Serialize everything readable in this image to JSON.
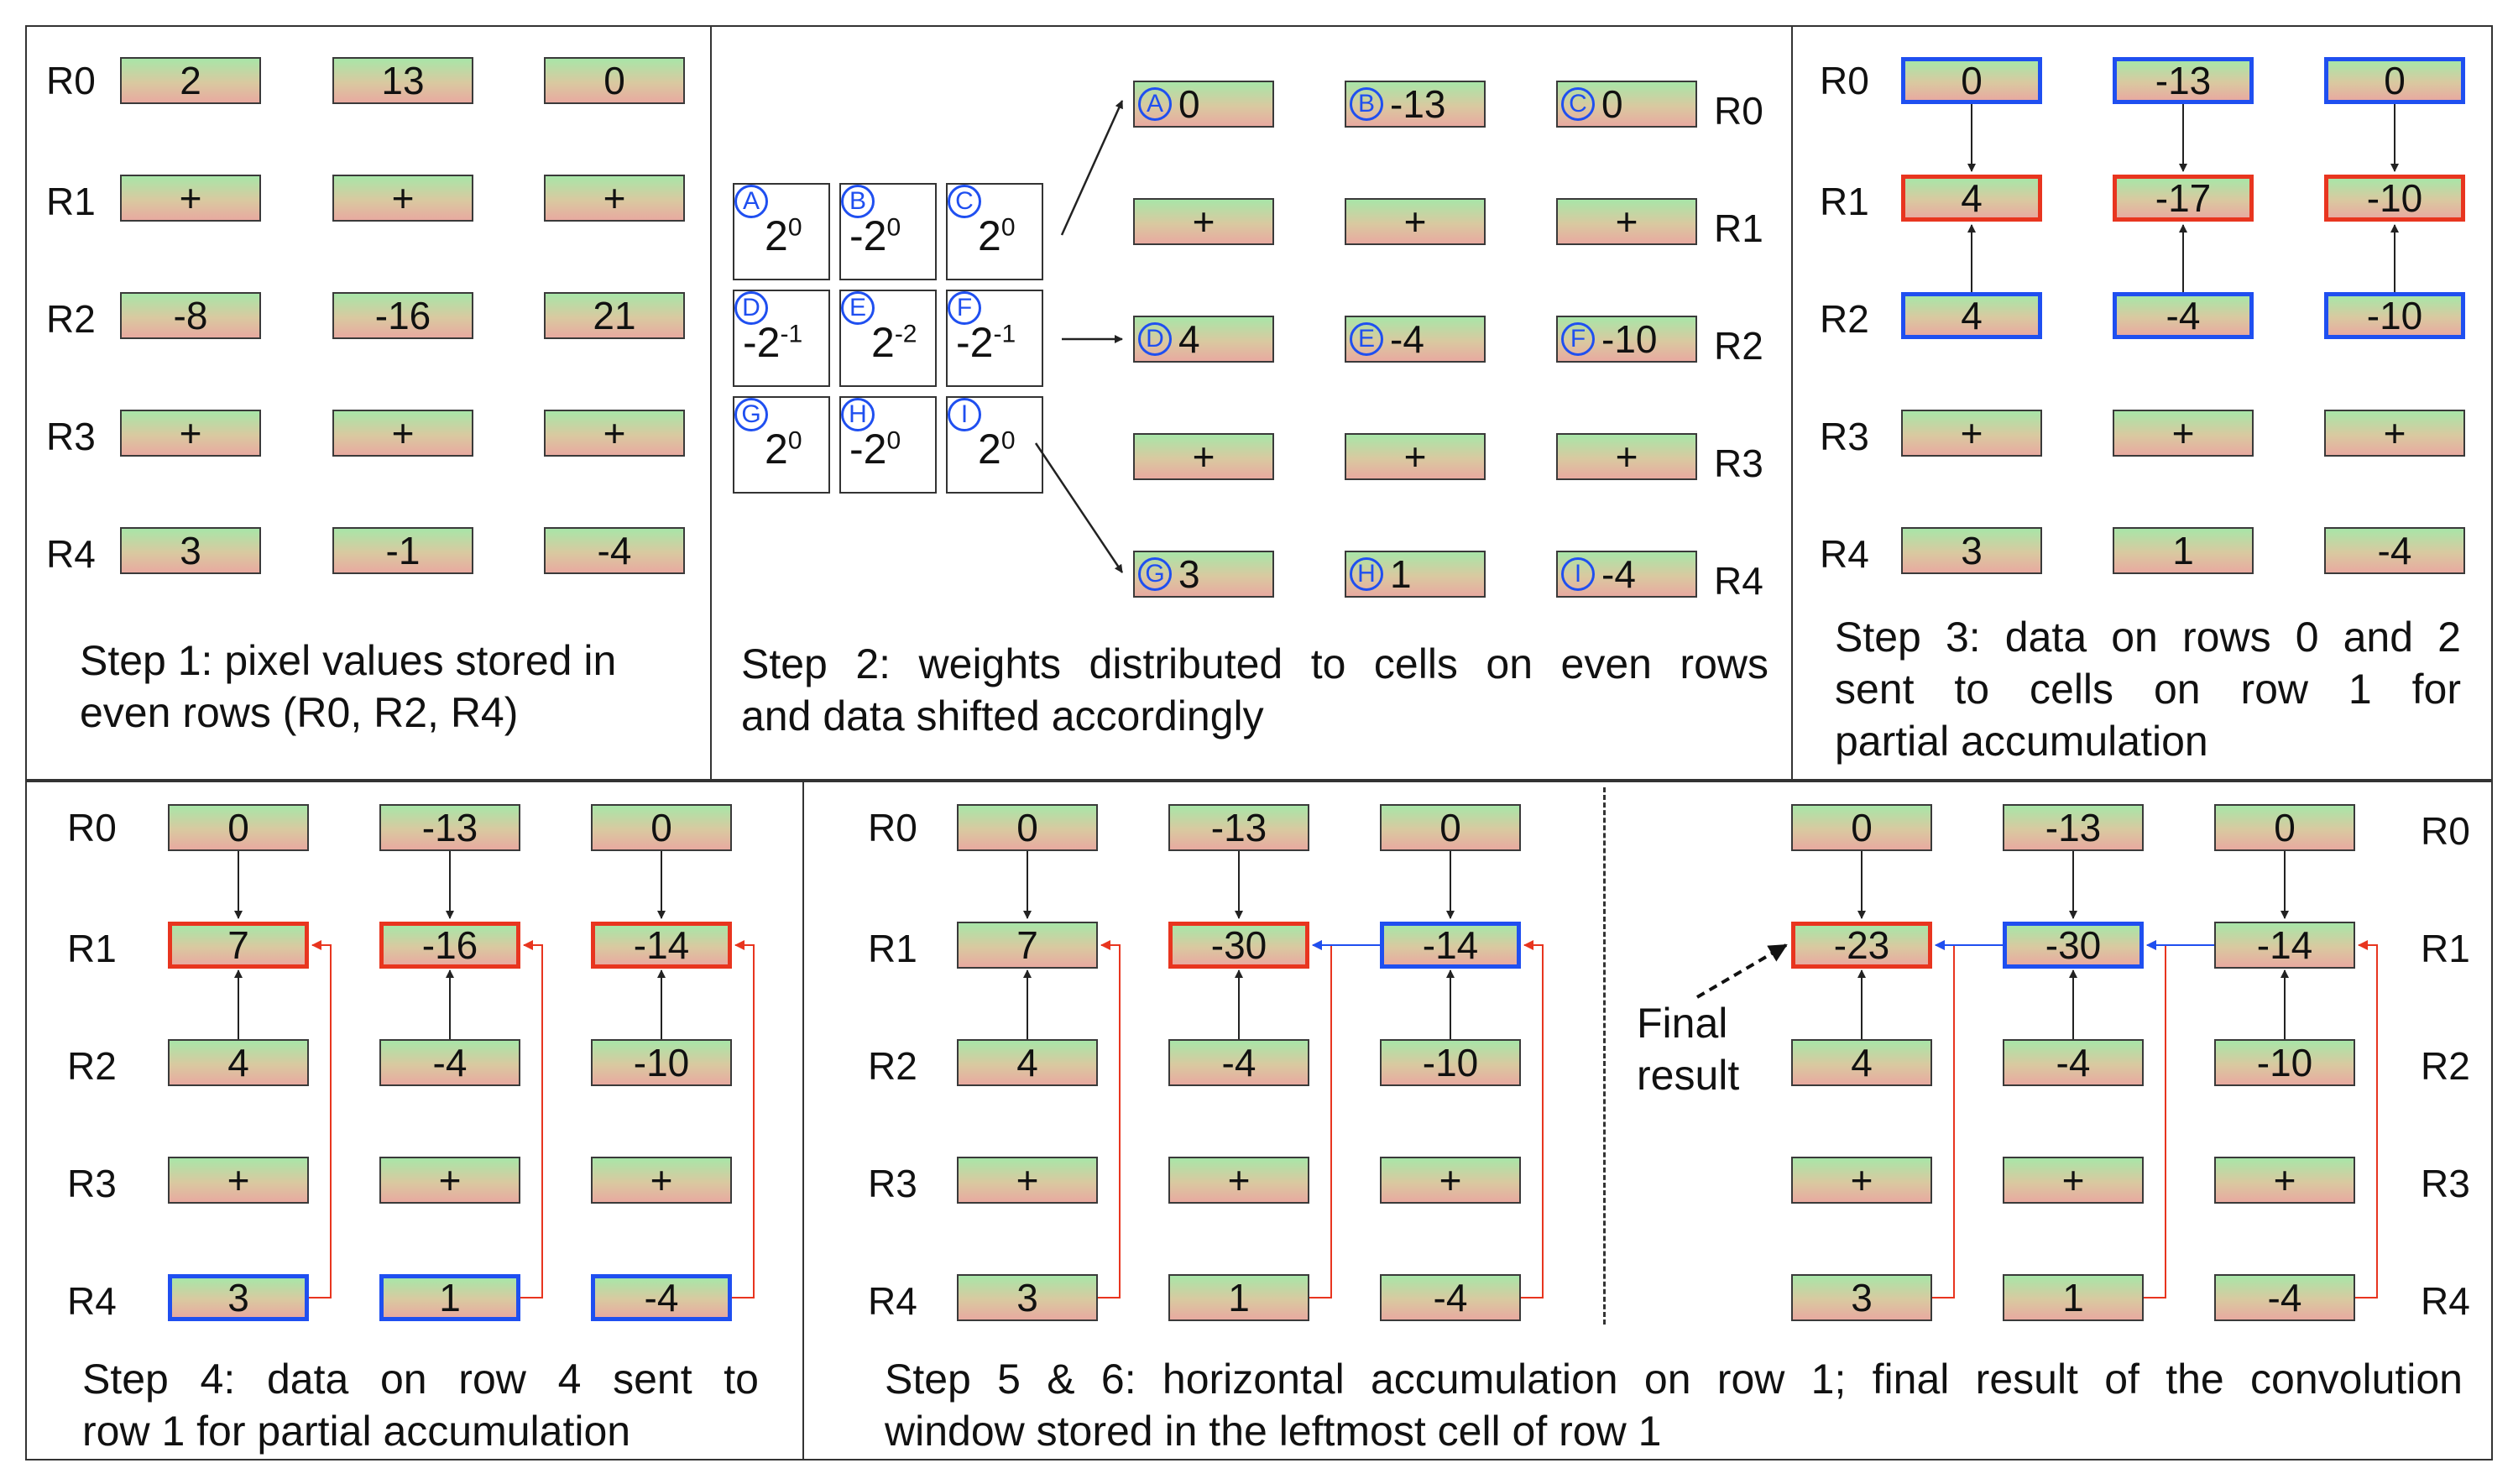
{
  "row_labels": [
    "R0",
    "R1",
    "R2",
    "R3",
    "R4"
  ],
  "step1": {
    "grid": [
      [
        "2",
        "13",
        "0"
      ],
      [
        "+",
        "+",
        "+"
      ],
      [
        "-8",
        "-16",
        "21"
      ],
      [
        "+",
        "+",
        "+"
      ],
      [
        "3",
        "-1",
        "-4"
      ]
    ],
    "caption": [
      "Step 1: pixel values stored in",
      "even rows (R0, R2, R4)"
    ]
  },
  "step2": {
    "weights": [
      {
        "letter": "A",
        "base": "2",
        "exp": "0"
      },
      {
        "letter": "B",
        "base": "-2",
        "exp": "0"
      },
      {
        "letter": "C",
        "base": "2",
        "exp": "0"
      },
      {
        "letter": "D",
        "base": "-2",
        "exp": "-1"
      },
      {
        "letter": "E",
        "base": "2",
        "exp": "-2"
      },
      {
        "letter": "F",
        "base": "-2",
        "exp": "-1"
      },
      {
        "letter": "G",
        "base": "2",
        "exp": "0"
      },
      {
        "letter": "H",
        "base": "-2",
        "exp": "0"
      },
      {
        "letter": "I",
        "base": "2",
        "exp": "0"
      }
    ],
    "grid": [
      [
        "0",
        "-13",
        "0"
      ],
      [
        "+",
        "+",
        "+"
      ],
      [
        "4",
        "-4",
        "-10"
      ],
      [
        "+",
        "+",
        "+"
      ],
      [
        "3",
        "1",
        "-4"
      ]
    ],
    "caption": [
      "Step 2: weights distributed to cells on even rows",
      "and data shifted accordingly"
    ]
  },
  "step3": {
    "grid": [
      [
        "0",
        "-13",
        "0"
      ],
      [
        "4",
        "-17",
        "-10"
      ],
      [
        "4",
        "-4",
        "-10"
      ],
      [
        "+",
        "+",
        "+"
      ],
      [
        "3",
        "1",
        "-4"
      ]
    ],
    "caption": [
      "Step 3: data on rows 0 and 2",
      "sent to cells on row 1 for",
      "partial accumulation"
    ]
  },
  "step4": {
    "grid": [
      [
        "0",
        "-13",
        "0"
      ],
      [
        "7",
        "-16",
        "-14"
      ],
      [
        "4",
        "-4",
        "-10"
      ],
      [
        "+",
        "+",
        "+"
      ],
      [
        "3",
        "1",
        "-4"
      ]
    ],
    "caption": [
      "Step 4: data on row 4 sent to",
      "row 1 for partial accumulation"
    ]
  },
  "step5": {
    "grid": [
      [
        "0",
        "-13",
        "0"
      ],
      [
        "7",
        "-30",
        "-14"
      ],
      [
        "4",
        "-4",
        "-10"
      ],
      [
        "+",
        "+",
        "+"
      ],
      [
        "3",
        "1",
        "-4"
      ]
    ]
  },
  "step6": {
    "grid": [
      [
        "0",
        "-13",
        "0"
      ],
      [
        "-23",
        "-30",
        "-14"
      ],
      [
        "4",
        "-4",
        "-10"
      ],
      [
        "+",
        "+",
        "+"
      ],
      [
        "3",
        "1",
        "-4"
      ]
    ],
    "final_label": [
      "Final",
      "result"
    ]
  },
  "step56_caption": [
    "Step 5 & 6: horizontal accumulation on row 1; final result of the convolution",
    "window stored in the leftmost cell of row 1"
  ],
  "colors": {
    "red": "#e8351f",
    "blue": "#1f4ff0",
    "border": "#333333"
  }
}
